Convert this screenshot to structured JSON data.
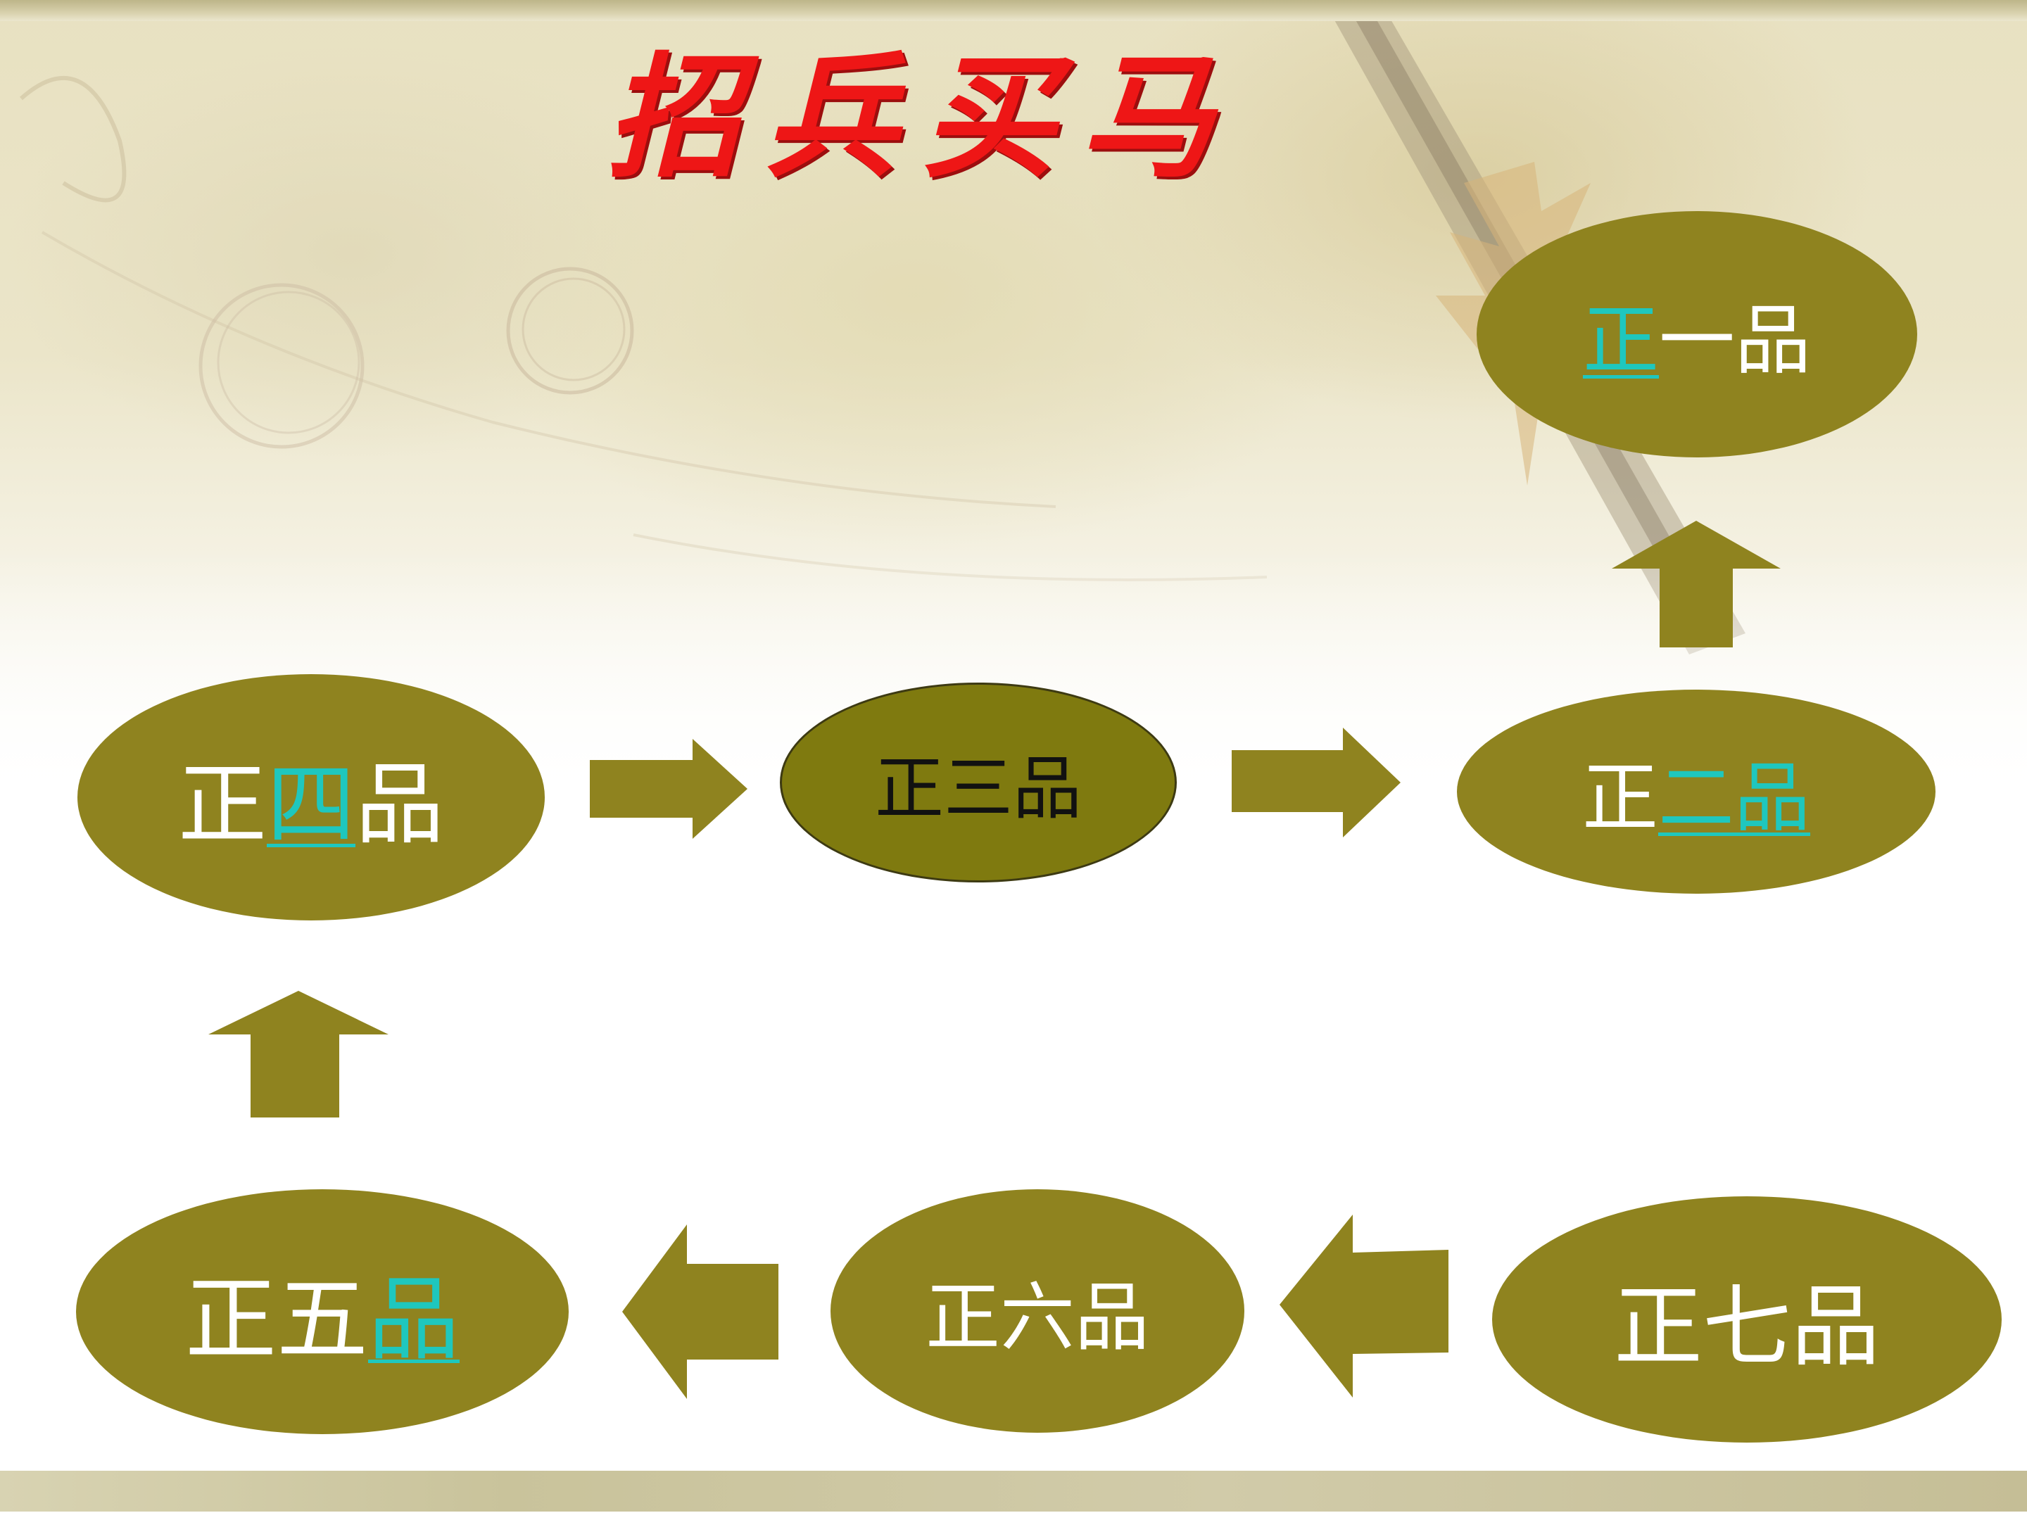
{
  "title": "招兵买马",
  "nodes": [
    {
      "id": "1",
      "parts": [
        {
          "text": "正",
          "highlight": true
        },
        {
          "text": "一品",
          "highlight": false
        }
      ]
    },
    {
      "id": "2",
      "parts": [
        {
          "text": "正",
          "highlight": false
        },
        {
          "text": "二品",
          "highlight": true
        }
      ]
    },
    {
      "id": "3",
      "parts": [
        {
          "text": "正三品",
          "highlight": false
        }
      ]
    },
    {
      "id": "4",
      "parts": [
        {
          "text": "正",
          "highlight": false
        },
        {
          "text": "四",
          "highlight": true
        },
        {
          "text": "品",
          "highlight": false
        }
      ]
    },
    {
      "id": "5",
      "parts": [
        {
          "text": "正五",
          "highlight": false
        },
        {
          "text": "品",
          "highlight": true
        }
      ]
    },
    {
      "id": "6",
      "parts": [
        {
          "text": "正六品",
          "highlight": false
        }
      ]
    },
    {
      "id": "7",
      "parts": [
        {
          "text": "正七品",
          "highlight": false
        }
      ]
    }
  ],
  "flow": [
    "7",
    "6",
    "5",
    "4",
    "3",
    "2",
    "1"
  ],
  "colors": {
    "node_fill": "#8f831f",
    "node_fill_dark": "#7f7a0f",
    "arrow_fill": "#8f831f",
    "title": "#ee1616",
    "highlight_text": "#1fc7be",
    "node_text": "#ffffff"
  }
}
